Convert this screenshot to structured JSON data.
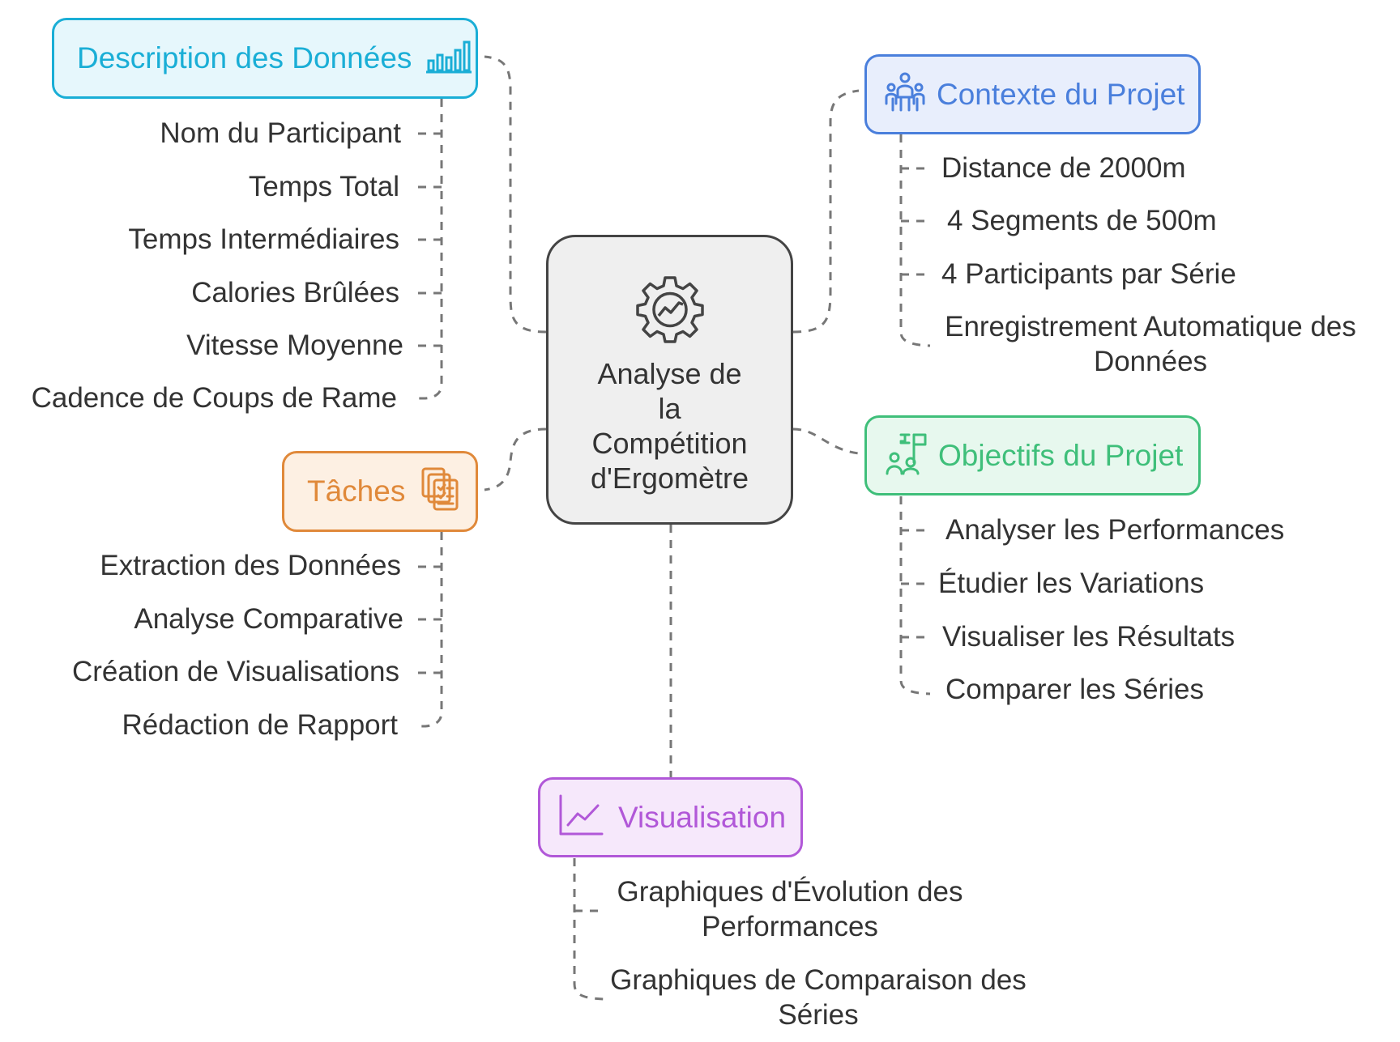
{
  "central": {
    "title_lines": [
      "Analyse de",
      "la",
      "Compétition",
      "d'Ergomètre"
    ],
    "icon": "gear-chart-icon"
  },
  "branches": {
    "data_description": {
      "title": "Description des Données",
      "icon": "bar-chart-icon",
      "color": "#1aaed6",
      "fill": "#e6f7fc",
      "items": [
        "Nom du Participant",
        "Temps Total",
        "Temps Intermédiaires",
        "Calories Brûlées",
        "Vitesse Moyenne",
        "Cadence de Coups de Rame"
      ]
    },
    "context": {
      "title": "Contexte du Projet",
      "icon": "team-people-icon",
      "color": "#4a7fdc",
      "fill": "#e8eefc",
      "items": [
        "Distance de 2000m",
        "4 Segments de 500m",
        "4 Participants par Série",
        "Enregistrement Automatique des",
        "Données"
      ]
    },
    "objectives": {
      "title": "Objectifs du Projet",
      "icon": "goal-flag-people-icon",
      "color": "#3fbf7a",
      "fill": "#e7f8ee",
      "items": [
        "Analyser les Performances",
        "Étudier les Variations",
        "Visualiser les Résultats",
        "Comparer les Séries"
      ]
    },
    "tasks": {
      "title": "Tâches",
      "icon": "checklist-documents-icon",
      "color": "#e0893a",
      "fill": "#fdf0e3",
      "items": [
        "Extraction des Données",
        "Analyse Comparative",
        "Création de Visualisations",
        "Rédaction de Rapport"
      ]
    },
    "visualisation": {
      "title": "Visualisation",
      "icon": "line-chart-icon",
      "color": "#b158d8",
      "fill": "#f6e8fb",
      "items": [
        "Graphiques d'Évolution des",
        "Performances",
        "Graphiques de Comparaison des",
        "Séries"
      ]
    }
  }
}
